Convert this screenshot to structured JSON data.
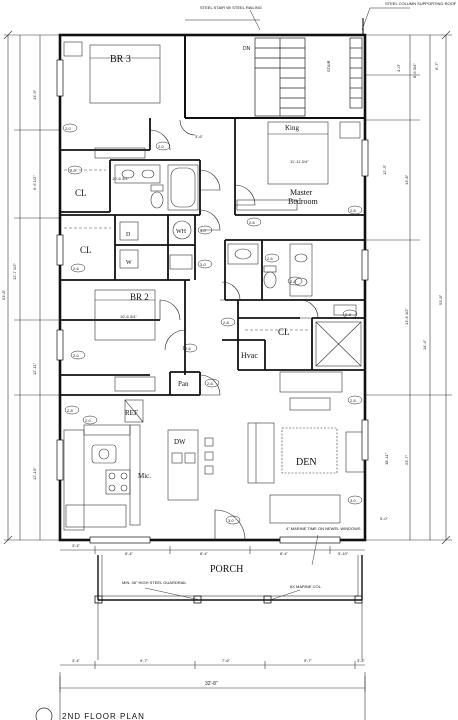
{
  "rooms": {
    "br3": "BR 3",
    "king": "King",
    "master_line1": "Master",
    "master_line2": "Bedroom",
    "cl_top": "CL",
    "cl_mid": "CL",
    "cl_master": "CL",
    "br2": "BR 2",
    "wh": "WH",
    "dryer": "D",
    "washer": "W",
    "hvac": "Hvac",
    "pan": "Pan",
    "ref": "REF",
    "dw": "DW",
    "mic": "Mic.",
    "den": "DEN",
    "porch": "PORCH"
  },
  "notes": {
    "steel_stair": "STEEL STAIR W/ STEEL RAILING",
    "steel_column": "STEEL COLUMN SUPPORTING ROOF",
    "dn": "DN",
    "stair_right": "STAIR",
    "handrail": "4\" MARINE TIME ON NEWEL WINDOWS",
    "steel_guardrail": "MIN. 36\" HIGH STEEL GUARDRAIL",
    "marine_col": "6X MARINE COL.",
    "title": "2ND FLOOR PLAN"
  },
  "dims": {
    "top_right_a": "4'-0\"",
    "top_right_b": "8'-6 3/4\"",
    "top_right_c": "6'-7\"",
    "left_1": "13'-9\"",
    "left_2": "9'-6 1/2\"",
    "left_3": "12'-7 1/2\"",
    "left_4": "12'-11\"",
    "left_5": "12'-10\"",
    "left_outer": "53'-8\"",
    "right_1": "12'-3\"",
    "right_2": "13'-8\"",
    "right_3": "13'-6 1/2\"",
    "right_4": "18'-11\"",
    "right_5": "53'-8\"",
    "right_6": "14'-4\"",
    "right_7": "23'-7\"",
    "right_8": "5'-0\"",
    "porch_top_1": "3'-4\"",
    "porch_top_2": "8'-4\"",
    "porch_top_3": "8'-4\"",
    "porch_top_4": "8'-4\"",
    "porch_top_5": "5'-10\"",
    "porch_bot_1": "3'-4\"",
    "porch_bot_2": "9'-7\"",
    "porch_bot_3": "7'-6\"",
    "porch_bot_4": "9'-7\"",
    "porch_bot_5": "3'-4\"",
    "overall_width": "32'-8\"",
    "br3_w": "10'-6 3/4\"",
    "br2_w": "10'-6 3/4\"",
    "hall": "3'-6\"",
    "master_w": "11'-11 3/4\""
  },
  "tags": {
    "t1": "2-0",
    "t2": "2-0",
    "t3": "2-0",
    "t4": "3-0",
    "t5": "2-6",
    "t6": "2-8",
    "t7": "2-6",
    "t8": "3-0",
    "t9": "2-8",
    "t10": "2-6",
    "t11": "2-0",
    "t12": "2-8",
    "t13": "2-6",
    "t14": "2-8",
    "t15": "2-6",
    "t16": "2-0",
    "t17": "3-0",
    "t18": "2-6",
    "t19": "2-8",
    "t20": "3-0"
  }
}
